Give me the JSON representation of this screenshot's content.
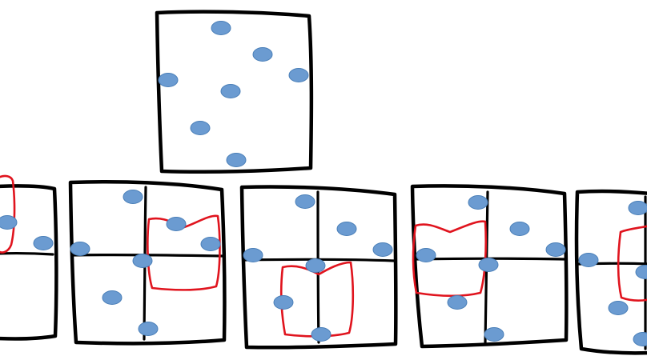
{
  "colors": {
    "frame": "#000000",
    "point": "#6b9bd1",
    "point_edge": "#4a7fb8",
    "selection": "#e0141e",
    "background": "#ffffff"
  },
  "diagram": {
    "source_box": {
      "label": "",
      "point_count": 7
    },
    "quadrant_boxes": [
      {
        "index": 1,
        "selected_quadrant": "top-left",
        "cropped": "left"
      },
      {
        "index": 2,
        "selected_quadrant": "top-right"
      },
      {
        "index": 3,
        "selected_quadrant": "bottom-right"
      },
      {
        "index": 4,
        "selected_quadrant": "top-left"
      },
      {
        "index": 5,
        "selected_quadrant": "top-right",
        "cropped": "right"
      }
    ]
  }
}
